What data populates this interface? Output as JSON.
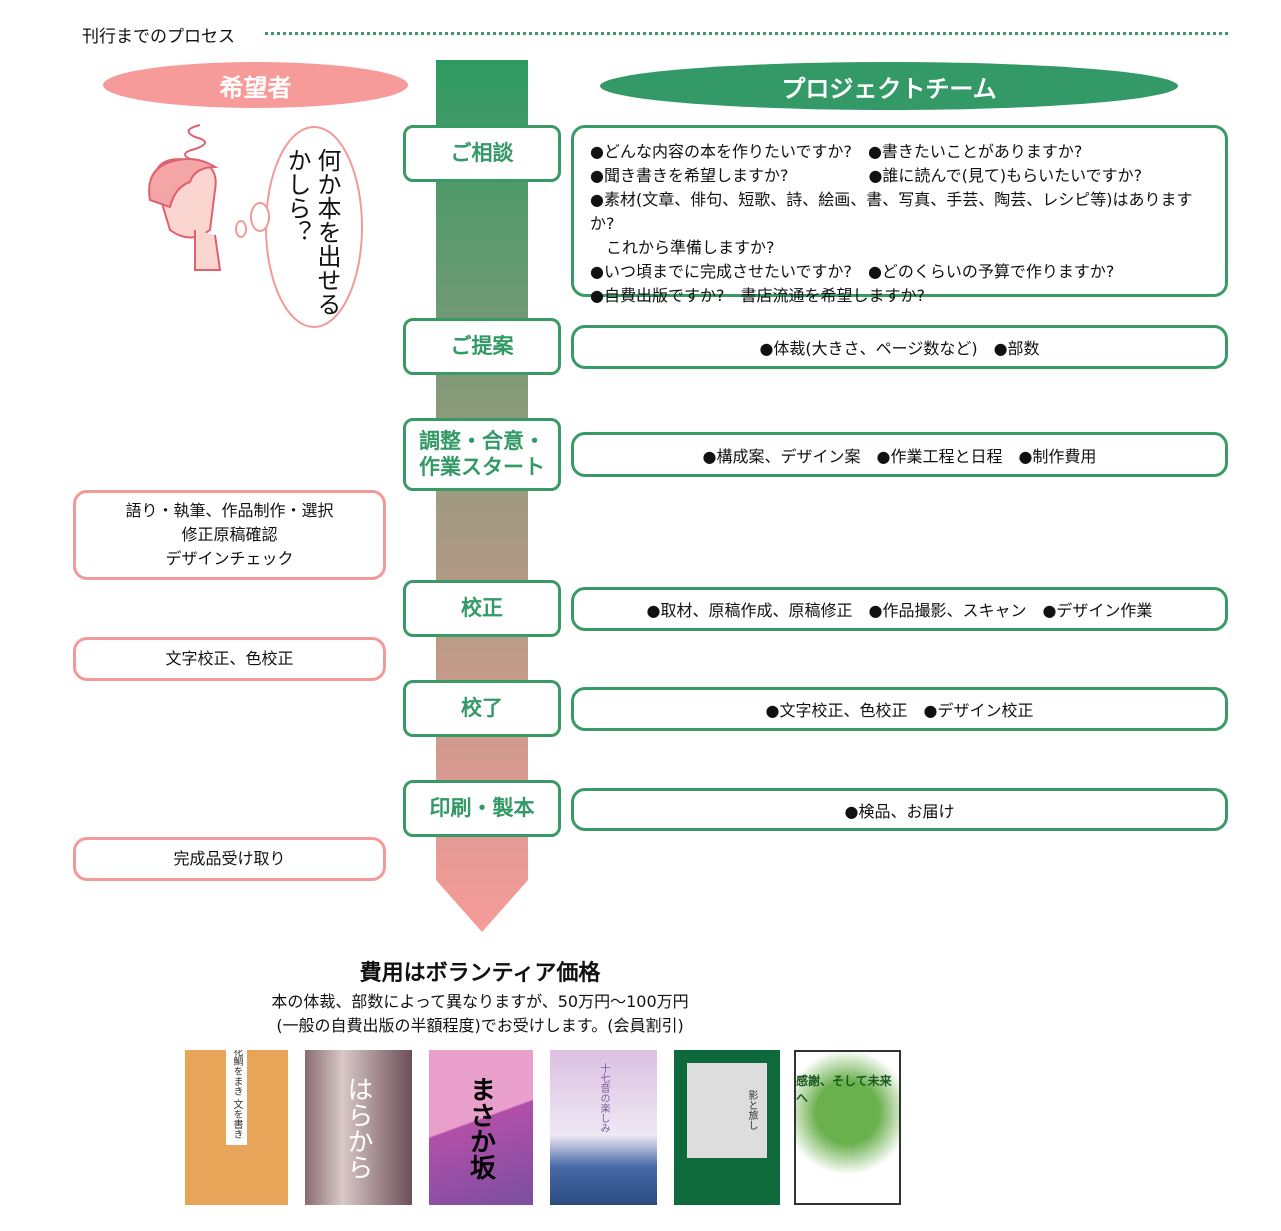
{
  "header": {
    "title": "刊行までのプロセス"
  },
  "columns": {
    "applicant": "希望者",
    "team": "プロジェクトチーム"
  },
  "thought": "何か本を出せるかしら？",
  "steps": [
    {
      "label": "ご相談"
    },
    {
      "label": "ご提案"
    },
    {
      "label": "調整・合意・作業スタート"
    },
    {
      "label": "校正"
    },
    {
      "label": "校了"
    },
    {
      "label": "印刷・製本"
    }
  ],
  "team_items": {
    "consult": [
      "●どんな内容の本を作りたいですか?　●書きたいことがありますか?",
      "●聞き書きを希望しますか?　　　　　●誰に読んで(見て)もらいたいですか?",
      "●素材(文章、俳句、短歌、詩、絵画、書、写真、手芸、陶芸、レシピ等)はありますか?",
      "　これから準備しますか?",
      "●いつ頃までに完成させたいですか?　●どのくらいの予算で作りますか?",
      "●自費出版ですか?　書店流通を希望しますか?"
    ],
    "proposal": "●体裁(大きさ、ページ数など)　●部数",
    "agree": "●構成案、デザイン案　●作業工程と日程　●制作費用",
    "proof": "●取材、原稿作成、原稿修正　●作品撮影、スキャン　●デザイン作業",
    "final": "●文字校正、色校正　●デザイン校正",
    "print": "●検品、お届け"
  },
  "applicant_items": {
    "work": [
      "語り・執筆、作品制作・選択",
      "修正原稿確認",
      "デザインチェック"
    ],
    "proof": "文字校正、色校正",
    "receive": "完成品受け取り"
  },
  "cost": {
    "title": "費用はボランティア価格",
    "line1": "本の体裁、部数によって異なりますが、50万円～100万円",
    "line2": "(一般の自費出版の半額程度)でお受けします。(会員割引)"
  },
  "books": [
    "花鯛をまき 文を書き",
    "はらから",
    "まさか坂",
    "十七音の楽しみ",
    "影と旅し",
    "感謝、そして未来へ"
  ],
  "colors": {
    "green": "#339966",
    "pink": "#f79a9a"
  }
}
